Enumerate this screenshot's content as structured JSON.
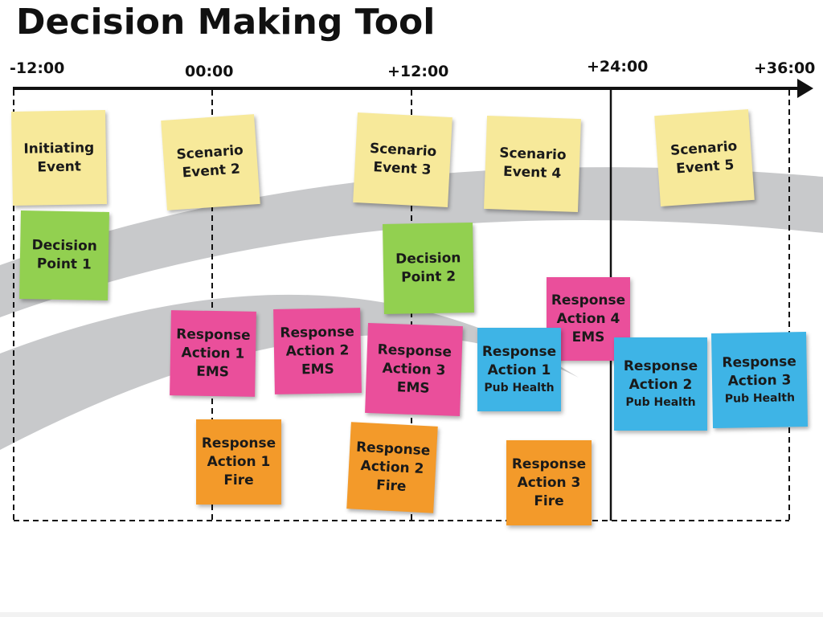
{
  "title": "Decision Making Tool",
  "timeline": {
    "ticks": [
      "-12:00",
      "00:00",
      "+12:00",
      "+24:00",
      "+36:00"
    ]
  },
  "colors": {
    "event": "#f7e99a",
    "decision": "#92d050",
    "ems": "#ea4f9b",
    "pub_health": "#3eb4e6",
    "fire": "#f39a2a",
    "arc": "#c8c9cb"
  },
  "notes": {
    "initiating_event": [
      "Initiating",
      "Event"
    ],
    "scenario_event_2": [
      "Scenario",
      "Event 2"
    ],
    "scenario_event_3": [
      "Scenario",
      "Event 3"
    ],
    "scenario_event_4": [
      "Scenario",
      "Event 4"
    ],
    "scenario_event_5": [
      "Scenario",
      "Event 5"
    ],
    "decision_point_1": [
      "Decision",
      "Point 1"
    ],
    "decision_point_2": [
      "Decision",
      "Point 2"
    ],
    "response_action_1_ems": [
      "Response",
      "Action 1",
      "EMS"
    ],
    "response_action_2_ems": [
      "Response",
      "Action 2",
      "EMS"
    ],
    "response_action_3_ems": [
      "Response",
      "Action 3",
      "EMS"
    ],
    "response_action_4_ems": [
      "Response",
      "Action 4",
      "EMS"
    ],
    "response_action_1_pub_health": [
      "Response",
      "Action 1",
      "Pub Health"
    ],
    "response_action_2_pub_health": [
      "Response",
      "Action 2",
      "Pub Health"
    ],
    "response_action_3_pub_health": [
      "Response",
      "Action 3",
      "Pub Health"
    ],
    "response_action_1_fire": [
      "Response",
      "Action 1",
      "Fire"
    ],
    "response_action_2_fire": [
      "Response",
      "Action 2",
      "Fire"
    ],
    "response_action_3_fire": [
      "Response",
      "Action 3",
      "Fire"
    ]
  }
}
